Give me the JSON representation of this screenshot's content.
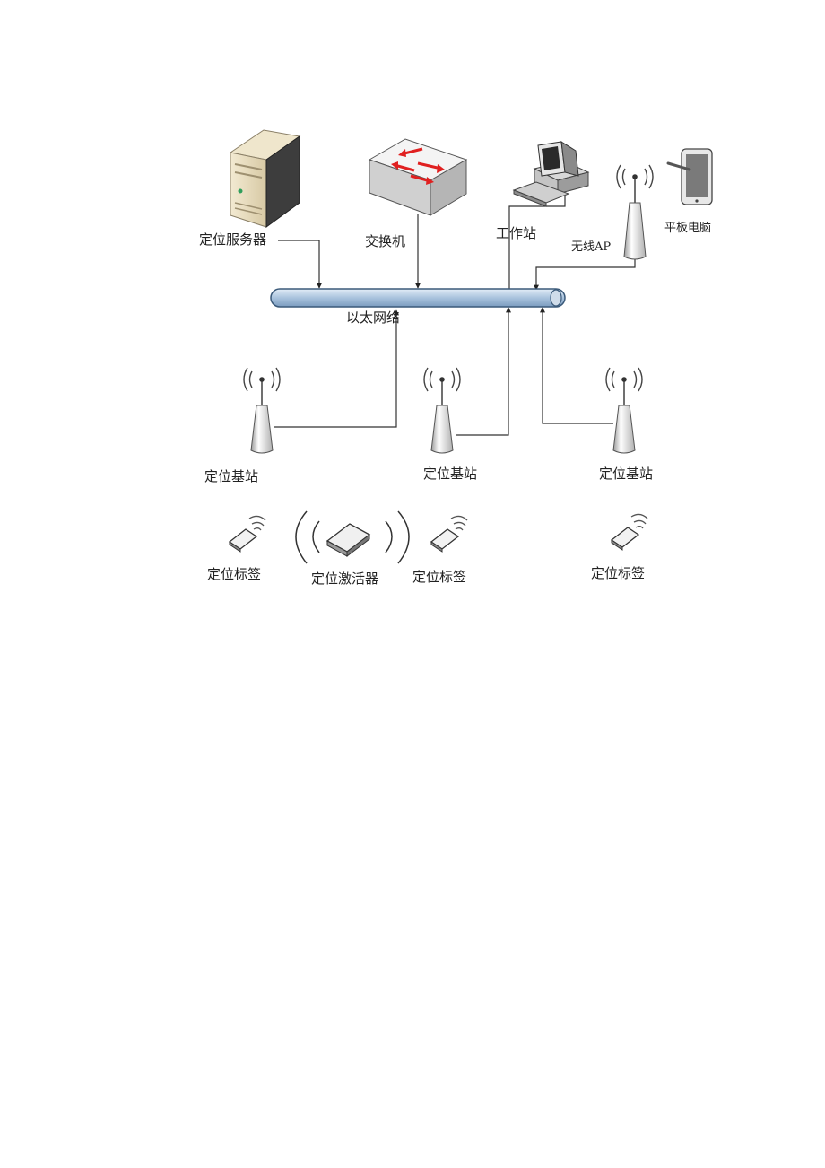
{
  "labels": {
    "server": "定位服务器",
    "switch": "交换机",
    "workstation": "工作站",
    "wireless_ap": "无线AP",
    "tablet": "平板电脑",
    "ethernet": "以太网络",
    "base_station_1": "定位基站",
    "base_station_2": "定位基站",
    "base_station_3": "定位基站",
    "tag_1": "定位标签",
    "activator": "定位激活器",
    "tag_2": "定位标签",
    "tag_3": "定位标签"
  },
  "icons": {
    "server": "server-icon",
    "switch": "switch-icon",
    "workstation": "workstation-icon",
    "wireless_ap": "antenna-icon",
    "tablet": "tablet-icon",
    "base_station": "antenna-icon",
    "tag": "tag-icon",
    "activator": "activator-icon"
  },
  "colors": {
    "ethernet_bus": "#a9c3dd",
    "switch_arrows": "#e02020",
    "line": "#333333"
  }
}
